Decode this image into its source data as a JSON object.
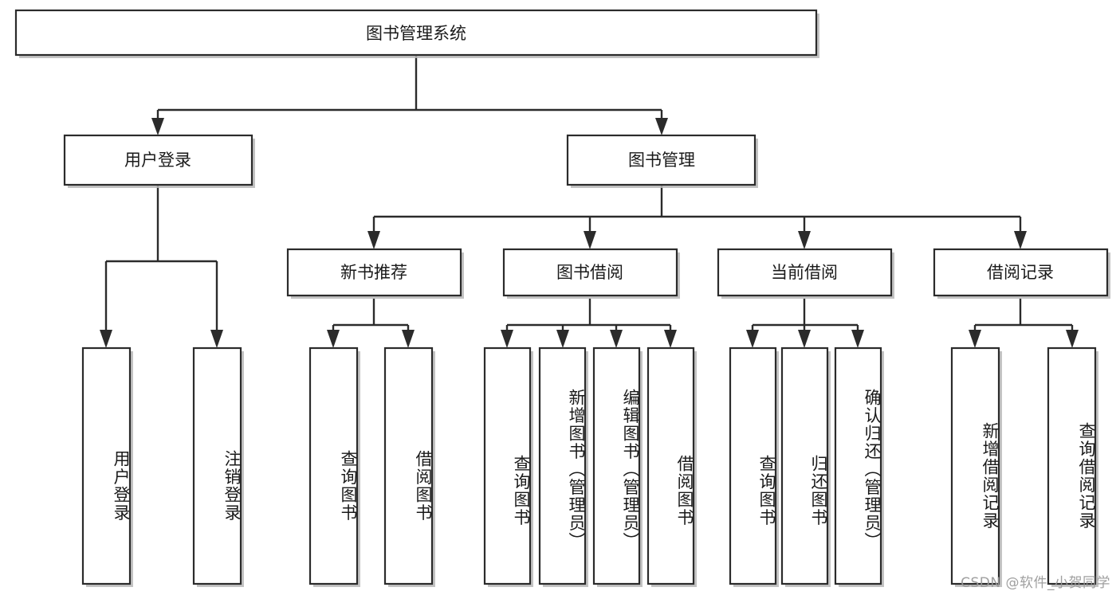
{
  "diagram": {
    "title": "图书管理系统",
    "type": "tree-hierarchy",
    "root": {
      "label": "图书管理系统"
    },
    "level2": [
      {
        "label": "用户登录"
      },
      {
        "label": "图书管理"
      }
    ],
    "level3": [
      {
        "label": "新书推荐"
      },
      {
        "label": "图书借阅"
      },
      {
        "label": "当前借阅"
      },
      {
        "label": "借阅记录"
      }
    ],
    "leaves": {
      "user_login": [
        {
          "label": "用户登录"
        },
        {
          "label": "注销登录"
        }
      ],
      "new_book": [
        {
          "label": "查询图书"
        },
        {
          "label": "借阅图书"
        }
      ],
      "borrow_book": [
        {
          "label": "查询图书"
        },
        {
          "label": "新增图书（管理员）"
        },
        {
          "label": "编辑图书（管理员）"
        },
        {
          "label": "借阅图书"
        }
      ],
      "current_borrow": [
        {
          "label": "查询图书"
        },
        {
          "label": "归还图书"
        },
        {
          "label": "确认归还（管理员）"
        }
      ],
      "borrow_record": [
        {
          "label": "新增借阅记录"
        },
        {
          "label": "查询借阅记录"
        }
      ]
    }
  },
  "watermark": {
    "text": "CSDN @软件_小贺同学"
  },
  "colors": {
    "box_stroke": "#2b2b2b",
    "box_fill": "#ffffff",
    "connector": "#2b2b2b",
    "text": "#1a1a1a",
    "watermark": "#9a9a9a",
    "background": "#ffffff"
  }
}
